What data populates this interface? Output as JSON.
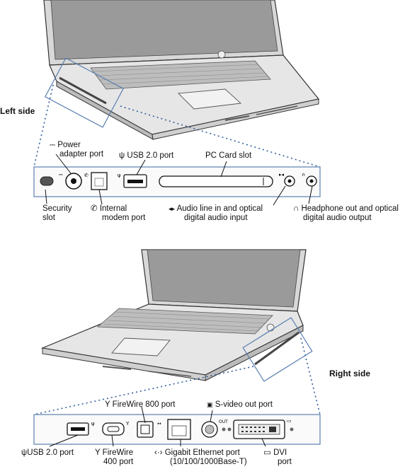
{
  "left_side": {
    "title": "Left side",
    "labels": {
      "power_line1": "Power",
      "power_line2": "adapter port",
      "usb": "USB 2.0 port",
      "pc_card": "PC Card slot",
      "security_line1": "Security",
      "security_line2": "slot",
      "modem_line1": "Internal",
      "modem_line2": "modem port",
      "audio_in_line1": "Audio line in and optical",
      "audio_in_line2": "digital audio input",
      "headphone_line1": "Headphone out and optical",
      "headphone_line2": "digital audio output"
    }
  },
  "right_side": {
    "title": "Right side",
    "labels": {
      "firewire800": "FireWire 800 port",
      "svideo": "S-video out port",
      "usb": "USB 2.0 port",
      "firewire400_line1": "FireWire",
      "firewire400_line2": "400 port",
      "ethernet_line1": "Gigabit Ethernet port",
      "ethernet_line2": "(10/100/1000Base-T)",
      "dvi_line1": "DVI",
      "dvi_line2": "port"
    }
  },
  "icons": [
    "power-icon",
    "usb-icon",
    "modem-icon",
    "audio-in-icon",
    "headphone-icon",
    "firewire-icon",
    "ethernet-icon",
    "svideo-icon",
    "dvi-icon"
  ],
  "colors": {
    "callout_box": "#5a7fb0",
    "callout_dots": "#2f5f9a",
    "line": "#111111"
  }
}
